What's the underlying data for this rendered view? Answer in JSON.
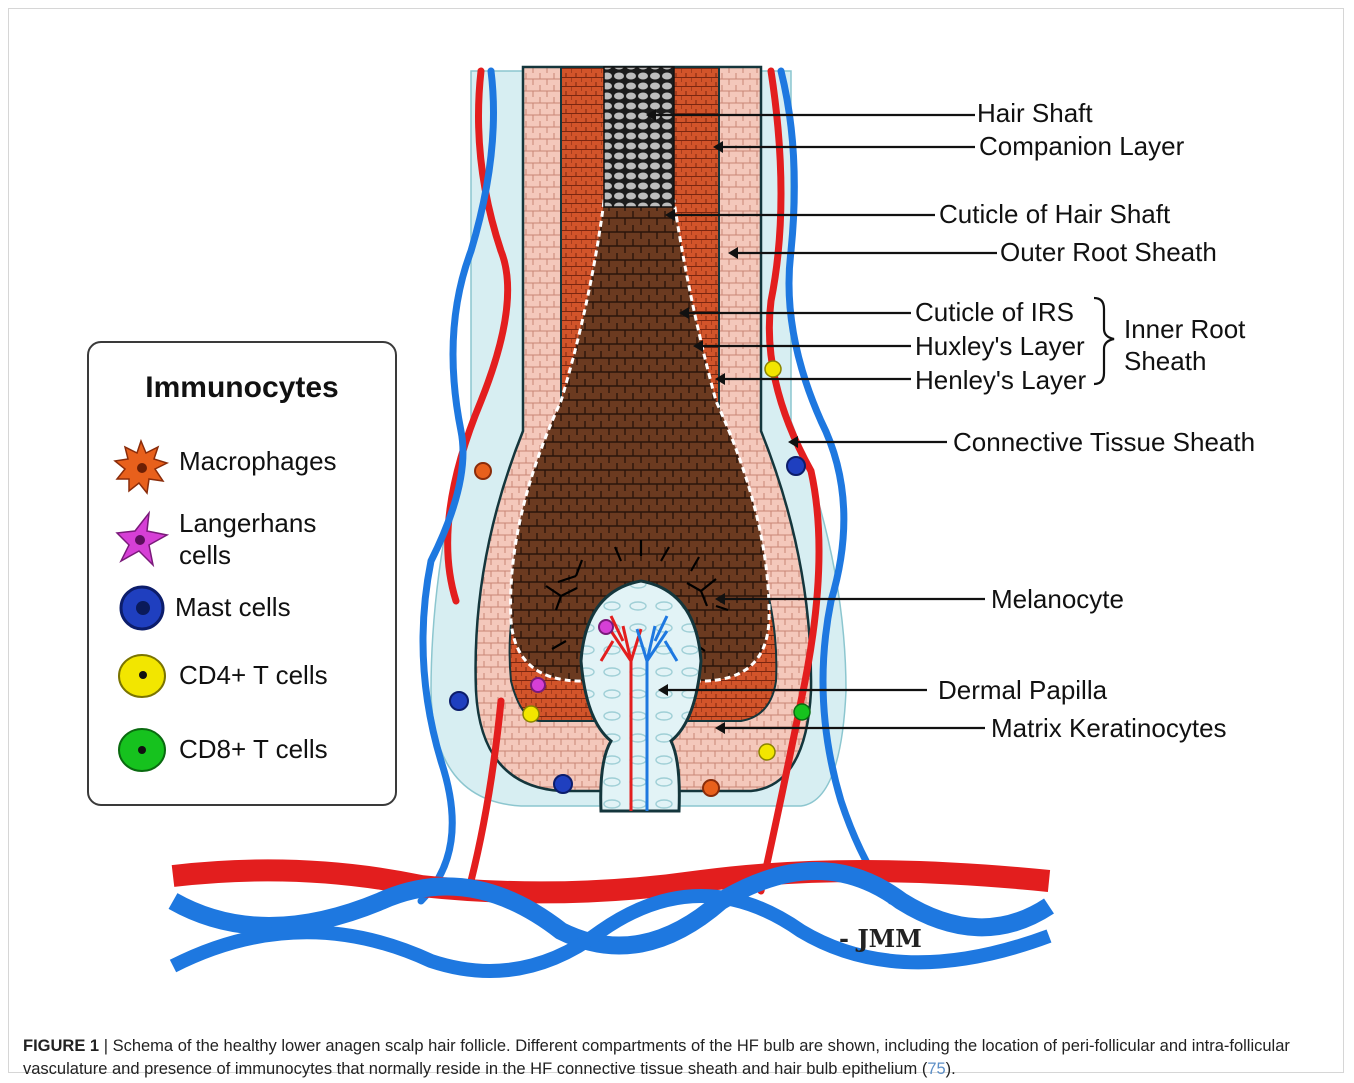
{
  "legend": {
    "title": "Immunocytes",
    "items": [
      {
        "label": "Macrophages",
        "icon": "macrophage-icon",
        "color": "#e8601c"
      },
      {
        "label": "Langerhans\ncells",
        "icon": "langerhans-cell-icon",
        "color": "#d63fd6"
      },
      {
        "label": "Mast cells",
        "icon": "mast-cell-icon",
        "color": "#1f3fbf"
      },
      {
        "label": "CD4+ T cells",
        "icon": "cd4-t-cell-icon",
        "color": "#f2e600"
      },
      {
        "label": "CD8+ T cells",
        "icon": "cd8-t-cell-icon",
        "color": "#16c21e"
      }
    ]
  },
  "labels": {
    "hair_shaft": "Hair Shaft",
    "companion_layer": "Companion Layer",
    "cuticle_hair_shaft": "Cuticle of Hair Shaft",
    "outer_root_sheath": "Outer Root Sheath",
    "cuticle_irs": "Cuticle of IRS",
    "huxley_layer": "Huxley's Layer",
    "henley_layer": "Henley's Layer",
    "inner_root_sheath": "Inner Root\nSheath",
    "connective_tissue_sheath": "Connective Tissue Sheath",
    "melanocyte": "Melanocyte",
    "dermal_papilla": "Dermal Papilla",
    "matrix_keratinocytes": "Matrix Keratinocytes"
  },
  "signature": "- JMM",
  "caption": {
    "figure_label": "FIGURE 1",
    "separator": " | ",
    "text": "Schema of the healthy lower anagen scalp hair follicle. Different compartments of the HF bulb are shown, including the location of peri-follicular and intra-follicular vasculature and presence of immunocytes that normally reside in the HF connective tissue sheath and hair bulb epithelium (",
    "reference": "75",
    "end": ")."
  },
  "colors": {
    "artery": "#e31e1e",
    "vein": "#1e78e0",
    "sheath_fill": "#d7eef2",
    "ors_fill": "#f2b9a8",
    "companion_fill": "#c8441c",
    "matrix_fill": "#5c3018",
    "shaft_fill": "#2a2a2a",
    "papilla_fill": "#dff1f5",
    "outline": "#14363c"
  }
}
